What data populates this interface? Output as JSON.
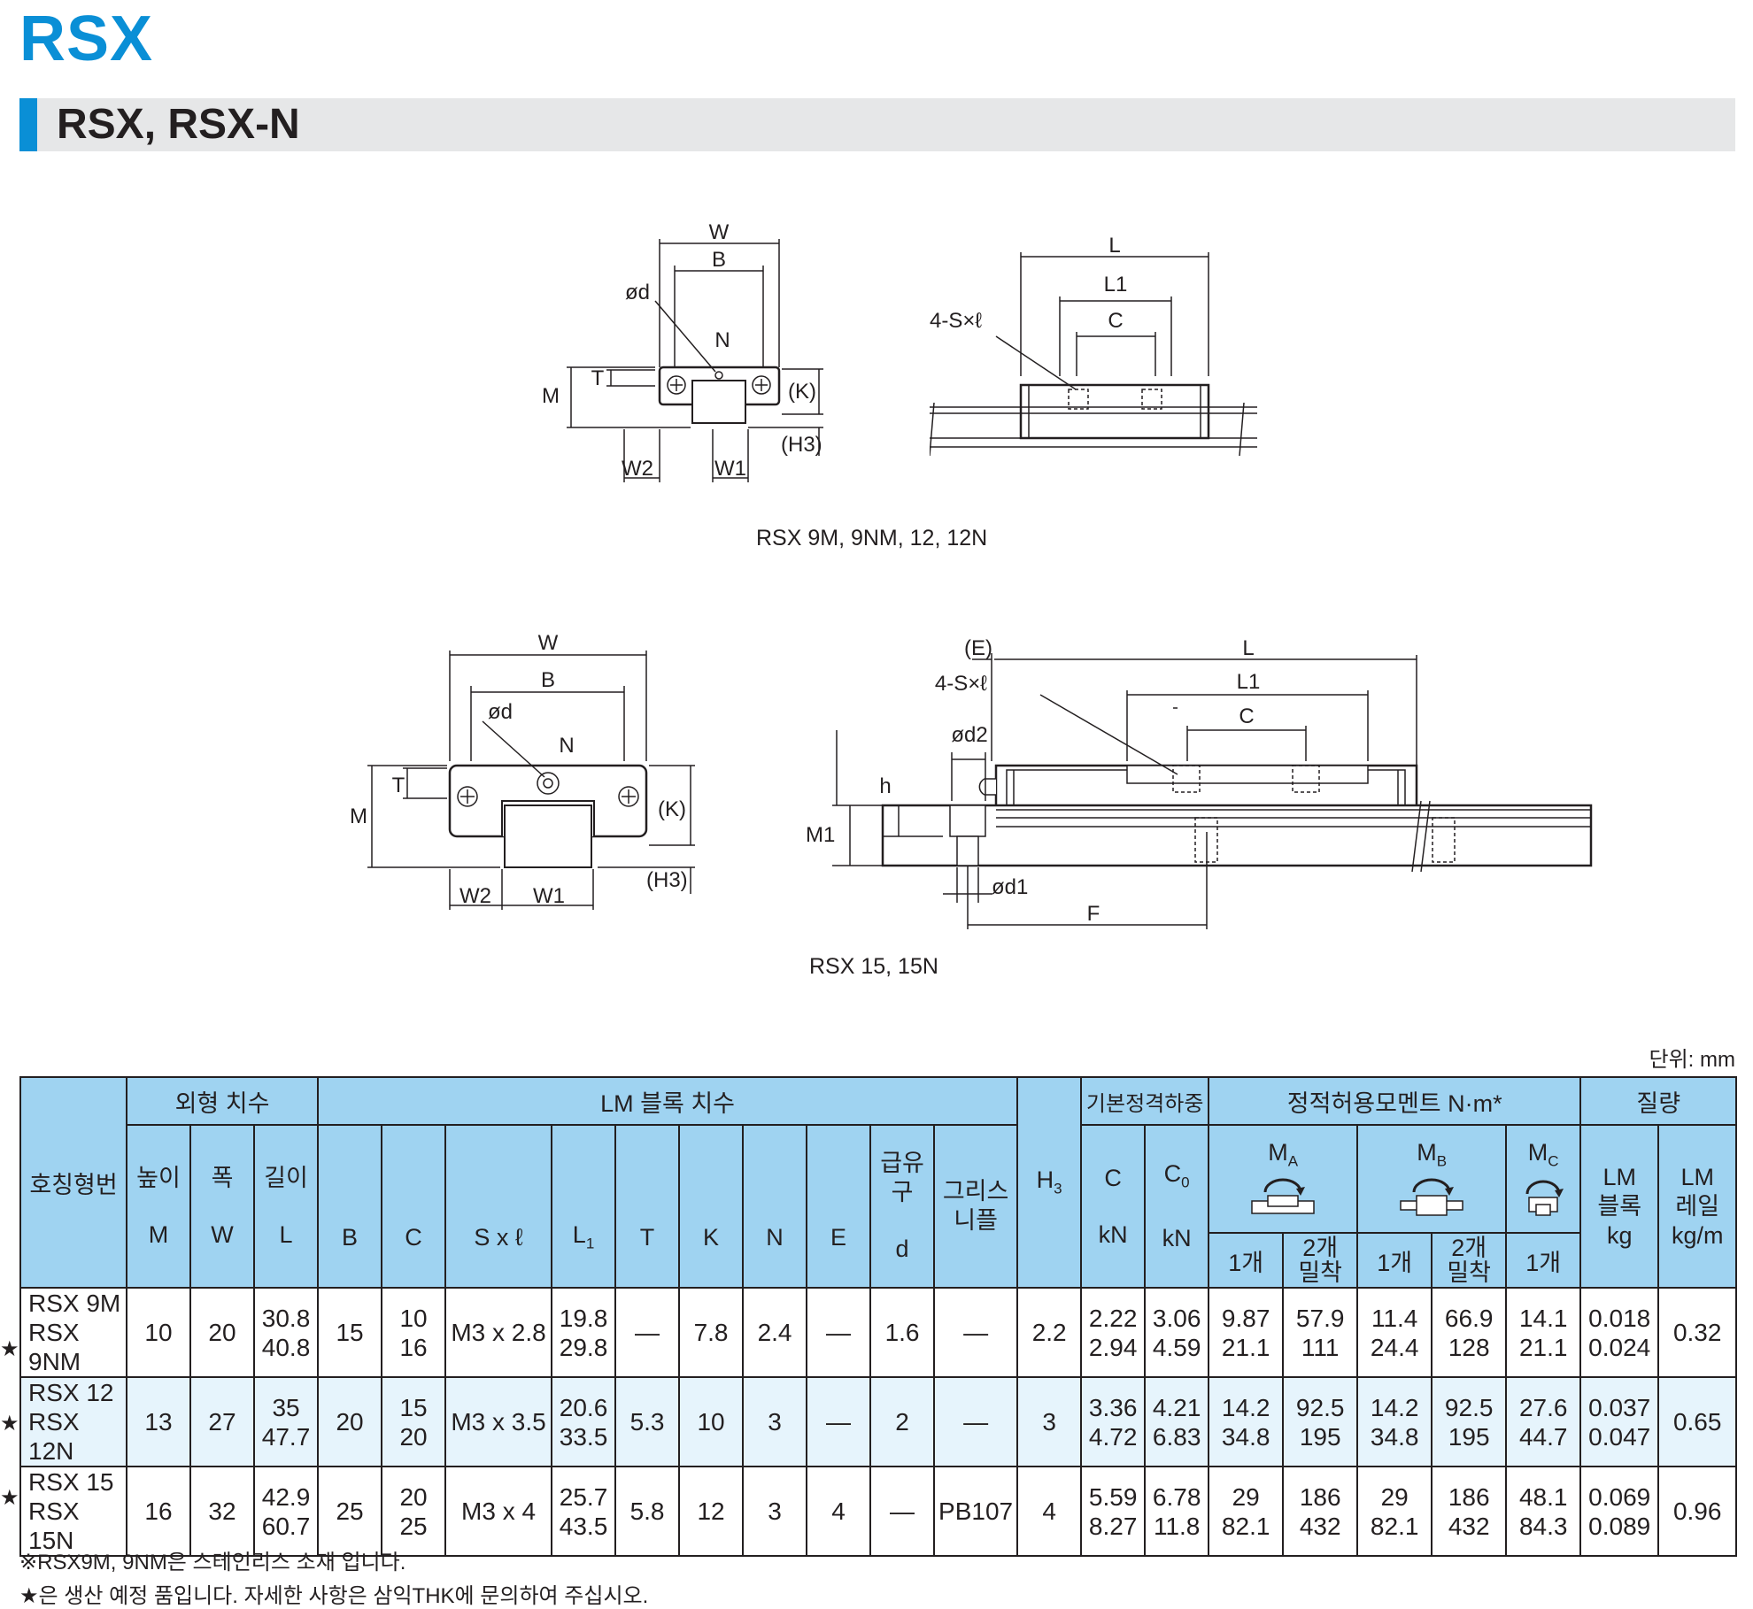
{
  "title": "RSX",
  "section_title": "RSX, RSX-N",
  "drawing1": {
    "caption": "RSX 9M, 9NM, 12, 12N",
    "labels": {
      "W": "W",
      "B": "B",
      "d": "ød",
      "N": "N",
      "T": "T",
      "M": "M",
      "K": "(K)",
      "H3": "(H3)",
      "W2": "W2",
      "W1": "W1",
      "L": "L",
      "L1": "L1",
      "C": "C",
      "S": "4-S×ℓ"
    }
  },
  "drawing2": {
    "caption": "RSX 15, 15N",
    "labels": {
      "W": "W",
      "B": "B",
      "d": "ød",
      "N": "N",
      "T": "T",
      "M": "M",
      "K": "(K)",
      "H3": "(H3)",
      "W2": "W2",
      "W1": "W1",
      "E": "(E)",
      "L": "L",
      "L1": "L1",
      "C": "C",
      "S": "4-S×ℓ",
      "d2": "ød2",
      "h": "h",
      "M1": "M1",
      "d1": "ød1",
      "F": "F"
    }
  },
  "unit": "단위: mm",
  "table": {
    "header": {
      "model": "호칭형번",
      "outer": "외형 치수",
      "lm_block": "LM 블록 치수",
      "basic_load": "기본정격하중",
      "static_moment": "정적허용모멘트 N·m*",
      "mass": "질량",
      "height": "높이",
      "M": "M",
      "width": "폭",
      "W": "W",
      "length": "길이",
      "L": "L",
      "B": "B",
      "C": "C",
      "Sxl": "S x ℓ",
      "L1": "L",
      "L1_sub": "1",
      "T": "T",
      "K": "K",
      "N": "N",
      "E": "E",
      "oil": "급유구",
      "d": "d",
      "grease": "그리스",
      "nipple": "니플",
      "H3": "H",
      "H3_sub": "3",
      "C_kN": "C",
      "C0": "C",
      "C0_sub": "0",
      "kN": "kN",
      "MA": "M",
      "MA_sub": "A",
      "MB": "M",
      "MB_sub": "B",
      "MC": "M",
      "MC_sub": "C",
      "one": "1개",
      "two": "2개",
      "close": "밀착",
      "lm_block_mass1": "LM",
      "lm_block_mass2": "블록",
      "kg": "kg",
      "lm_rail_mass1": "LM",
      "lm_rail_mass2": "레일",
      "kgm": "kg/m"
    },
    "rows": [
      {
        "model": [
          "RSX 9M",
          "RSX 9NM"
        ],
        "star": "★",
        "M": "10",
        "W": "20",
        "L": [
          "30.8",
          "40.8"
        ],
        "B": "15",
        "C": [
          "10",
          "16"
        ],
        "Sxl": "M3 x 2.8",
        "L1": [
          "19.8",
          "29.8"
        ],
        "T": "—",
        "K": "7.8",
        "N": "2.4",
        "E": "—",
        "d": "1.6",
        "grease": "—",
        "H3": "2.2",
        "Ck": [
          "2.22",
          "2.94"
        ],
        "C0": [
          "3.06",
          "4.59"
        ],
        "MA1": [
          "9.87",
          "21.1"
        ],
        "MA2": [
          "57.9",
          "111"
        ],
        "MB1": [
          "11.4",
          "24.4"
        ],
        "MB2": [
          "66.9",
          "128"
        ],
        "MC1": [
          "14.1",
          "21.1"
        ],
        "blk": [
          "0.018",
          "0.024"
        ],
        "rail": "0.32"
      },
      {
        "model": [
          "RSX 12",
          "RSX 12N"
        ],
        "star": "★",
        "M": "13",
        "W": "27",
        "L": [
          "35",
          "47.7"
        ],
        "B": "20",
        "C": [
          "15",
          "20"
        ],
        "Sxl": "M3 x 3.5",
        "L1": [
          "20.6",
          "33.5"
        ],
        "T": "5.3",
        "K": "10",
        "N": "3",
        "E": "—",
        "d": "2",
        "grease": "—",
        "H3": "3",
        "Ck": [
          "3.36",
          "4.72"
        ],
        "C0": [
          "4.21",
          "6.83"
        ],
        "MA1": [
          "14.2",
          "34.8"
        ],
        "MA2": [
          "92.5",
          "195"
        ],
        "MB1": [
          "14.2",
          "34.8"
        ],
        "MB2": [
          "92.5",
          "195"
        ],
        "MC1": [
          "27.6",
          "44.7"
        ],
        "blk": [
          "0.037",
          "0.047"
        ],
        "rail": "0.65"
      },
      {
        "model": [
          "RSX 15",
          "RSX 15N"
        ],
        "star": "★",
        "M": "16",
        "W": "32",
        "L": [
          "42.9",
          "60.7"
        ],
        "B": "25",
        "C": [
          "20",
          "25"
        ],
        "Sxl": "M3 x 4",
        "L1": [
          "25.7",
          "43.5"
        ],
        "T": "5.8",
        "K": "12",
        "N": "3",
        "E": "4",
        "d": "—",
        "grease": "PB107",
        "H3": "4",
        "Ck": [
          "5.59",
          "8.27"
        ],
        "C0": [
          "6.78",
          "11.8"
        ],
        "MA1": [
          "29",
          "82.1"
        ],
        "MA2": [
          "186",
          "432"
        ],
        "MB1": [
          "29",
          "82.1"
        ],
        "MB2": [
          "186",
          "432"
        ],
        "MC1": [
          "48.1",
          "84.3"
        ],
        "blk": [
          "0.069",
          "0.089"
        ],
        "rail": "0.96"
      }
    ]
  },
  "notes": [
    "※RSX9M, 9NM은 스테인리스 소재 입니다.",
    "★은 생산 예정 품입니다. 자세한 사항은 삼익THK에 문의하여 주십시오."
  ],
  "colors": {
    "accent": "#0a8fd6",
    "header_bg": "#9fd3f1",
    "row_alt": "#e6f4fc",
    "bar_bg": "#e6e7e8"
  }
}
